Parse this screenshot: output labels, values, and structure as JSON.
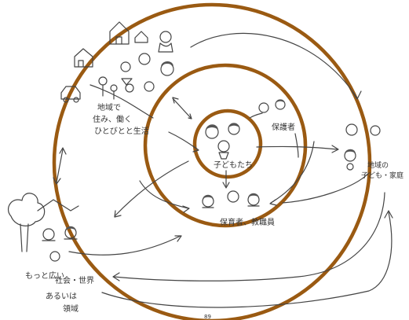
{
  "colors": {
    "ring": "#9a5a12",
    "ink": "#444444",
    "background": "#ffffff"
  },
  "labels": {
    "center": "子どもたち",
    "inner_left_line1": "地域で",
    "inner_left_line2": "住み、働く",
    "inner_left_line3": "ひとびとと生活",
    "parents": "保護者",
    "right_line1": "地域の",
    "right_line2": "子ども・家庭",
    "bottom": "保育者、教職員",
    "outer_line1": "もっと広い",
    "outer_line2": "社会・世界",
    "outer_line3": "あるいは",
    "outer_line4": "領域"
  },
  "page_number": "89"
}
